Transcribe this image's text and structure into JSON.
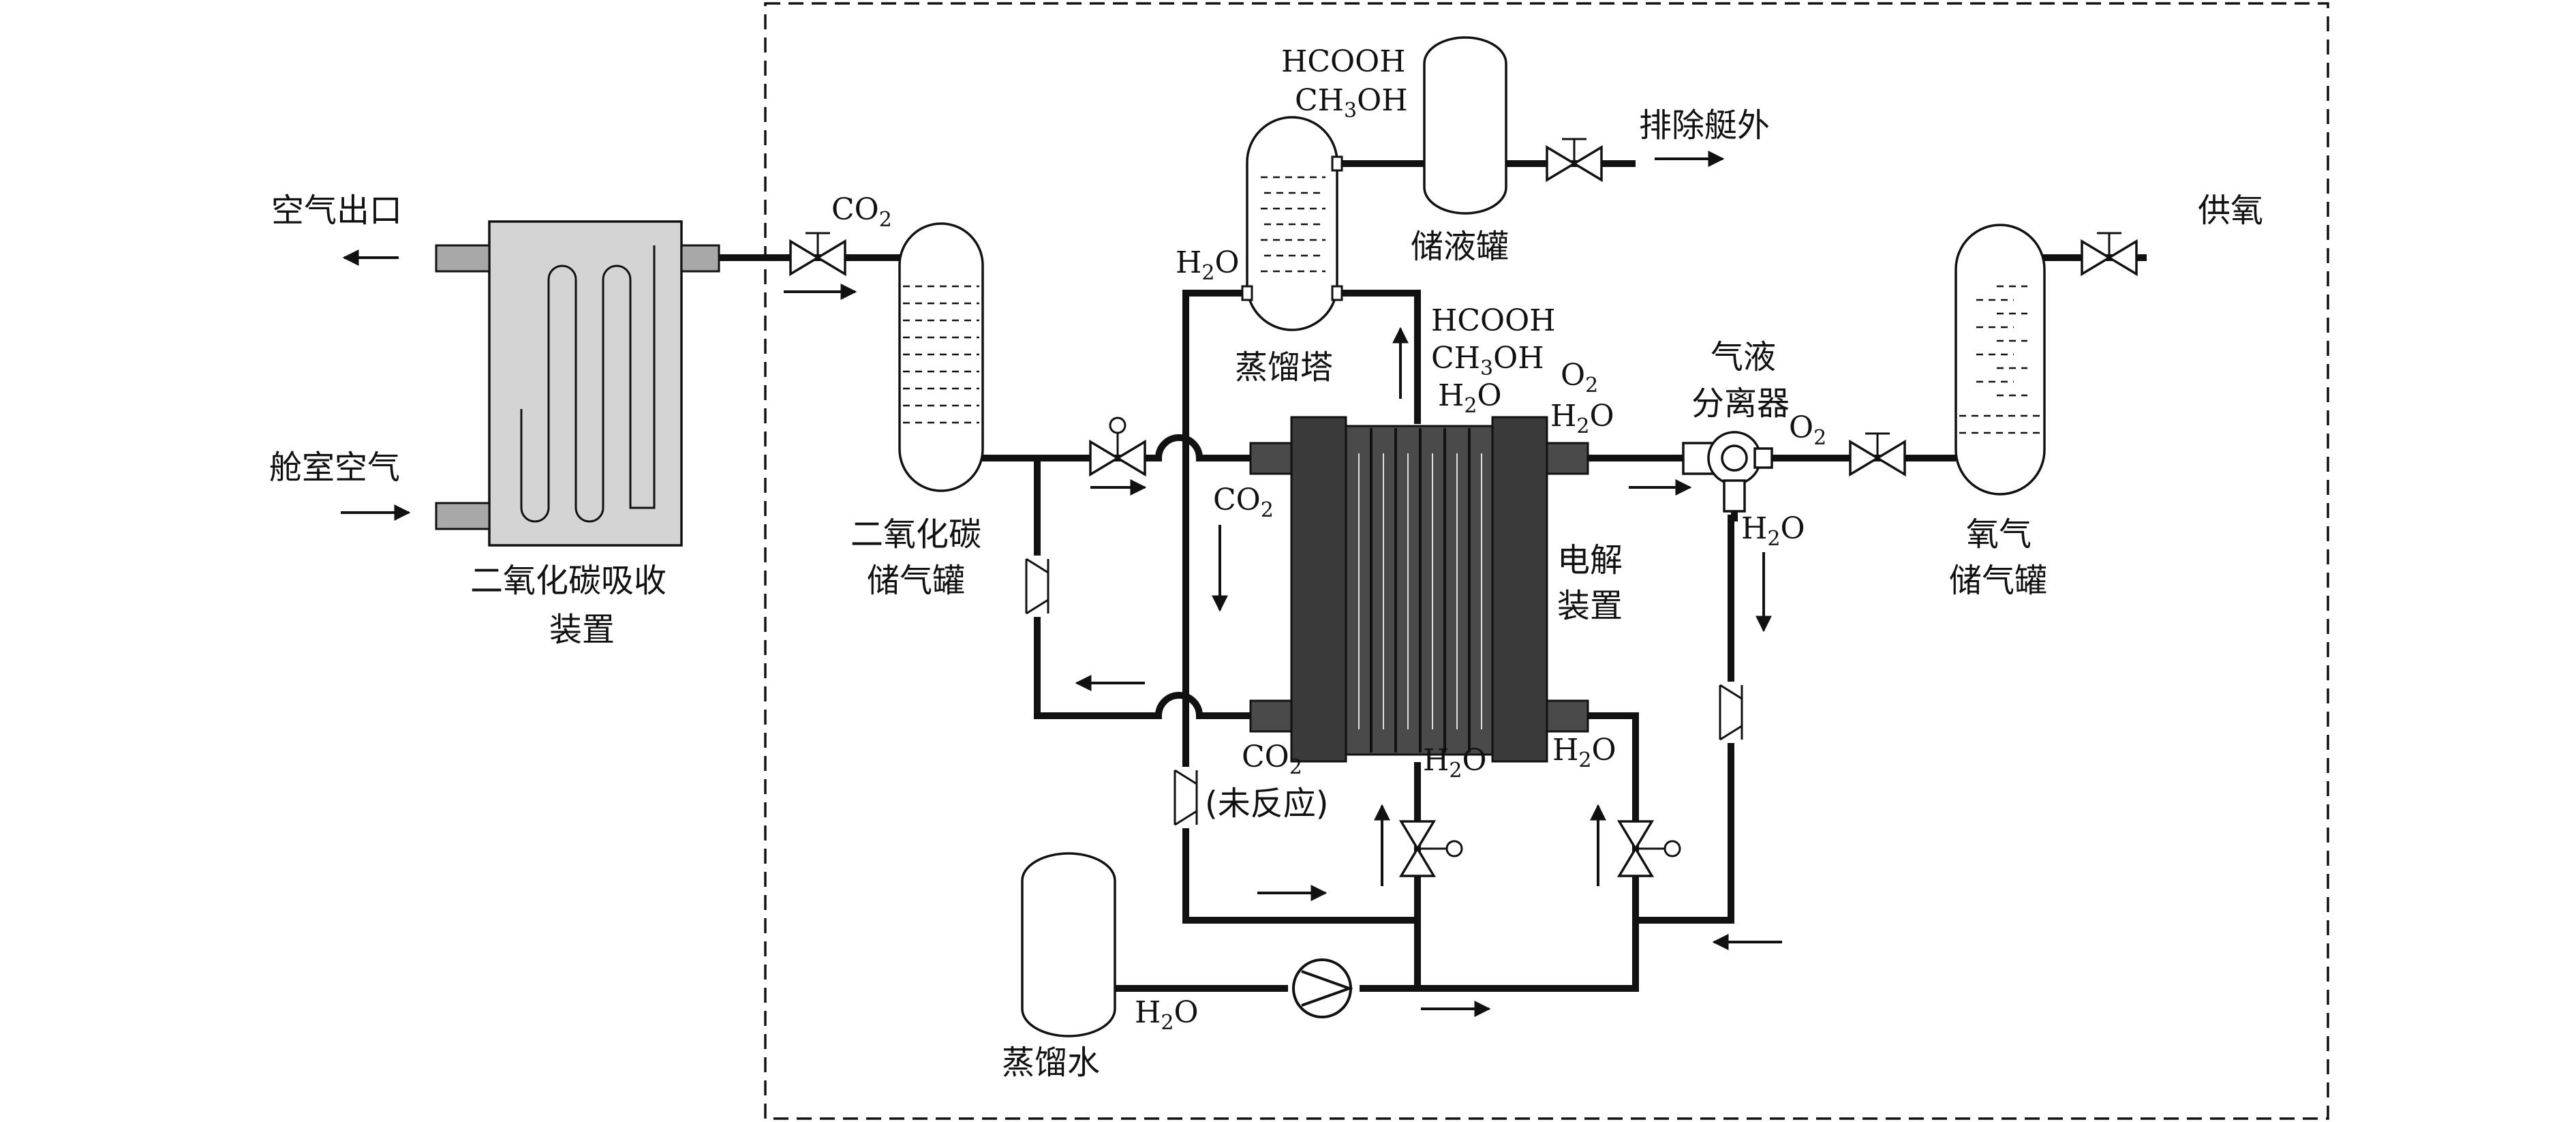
{
  "labels": {
    "air_out": "空气出口",
    "cabin_air": "舱室空气",
    "absorber_line1": "二氧化碳吸收",
    "absorber_line2": "装置",
    "co2_tank_line1": "二氧化碳",
    "co2_tank_line2": "储气罐",
    "distill_tower": "蒸馏塔",
    "liquid_tank": "储液罐",
    "discharge": "排除艇外",
    "electrolysis_line1": "电解",
    "electrolysis_line2": "装置",
    "gl_sep_line1": "气液",
    "gl_sep_line2": "分离器",
    "o2_tank_line1": "氧气",
    "o2_tank_line2": "储气罐",
    "supply_o2": "供氧",
    "distilled_water": "蒸馏水",
    "unreacted": "(未反应)"
  },
  "chem": {
    "co2": {
      "base": "CO",
      "sub": "2"
    },
    "h2o": {
      "base": "H",
      "sub": "2",
      "tail": "O"
    },
    "o2": {
      "base": "O",
      "sub": "2"
    },
    "hcooh": "HCOOH",
    "ch3oh": {
      "base": "CH",
      "sub": "3",
      "tail": "OH"
    }
  },
  "colors": {
    "line": "#111111",
    "absorber_fill": "#d4d4d4",
    "electrolyzer_fill": "#4a4a4a",
    "electrolyzer_end": "#3a3a3a",
    "fitting": "#a8a8a8"
  },
  "icons": [
    "valve-icon",
    "check-valve-icon",
    "pump-icon",
    "flow-arrow-icon",
    "crossover-icon",
    "separator-icon"
  ]
}
